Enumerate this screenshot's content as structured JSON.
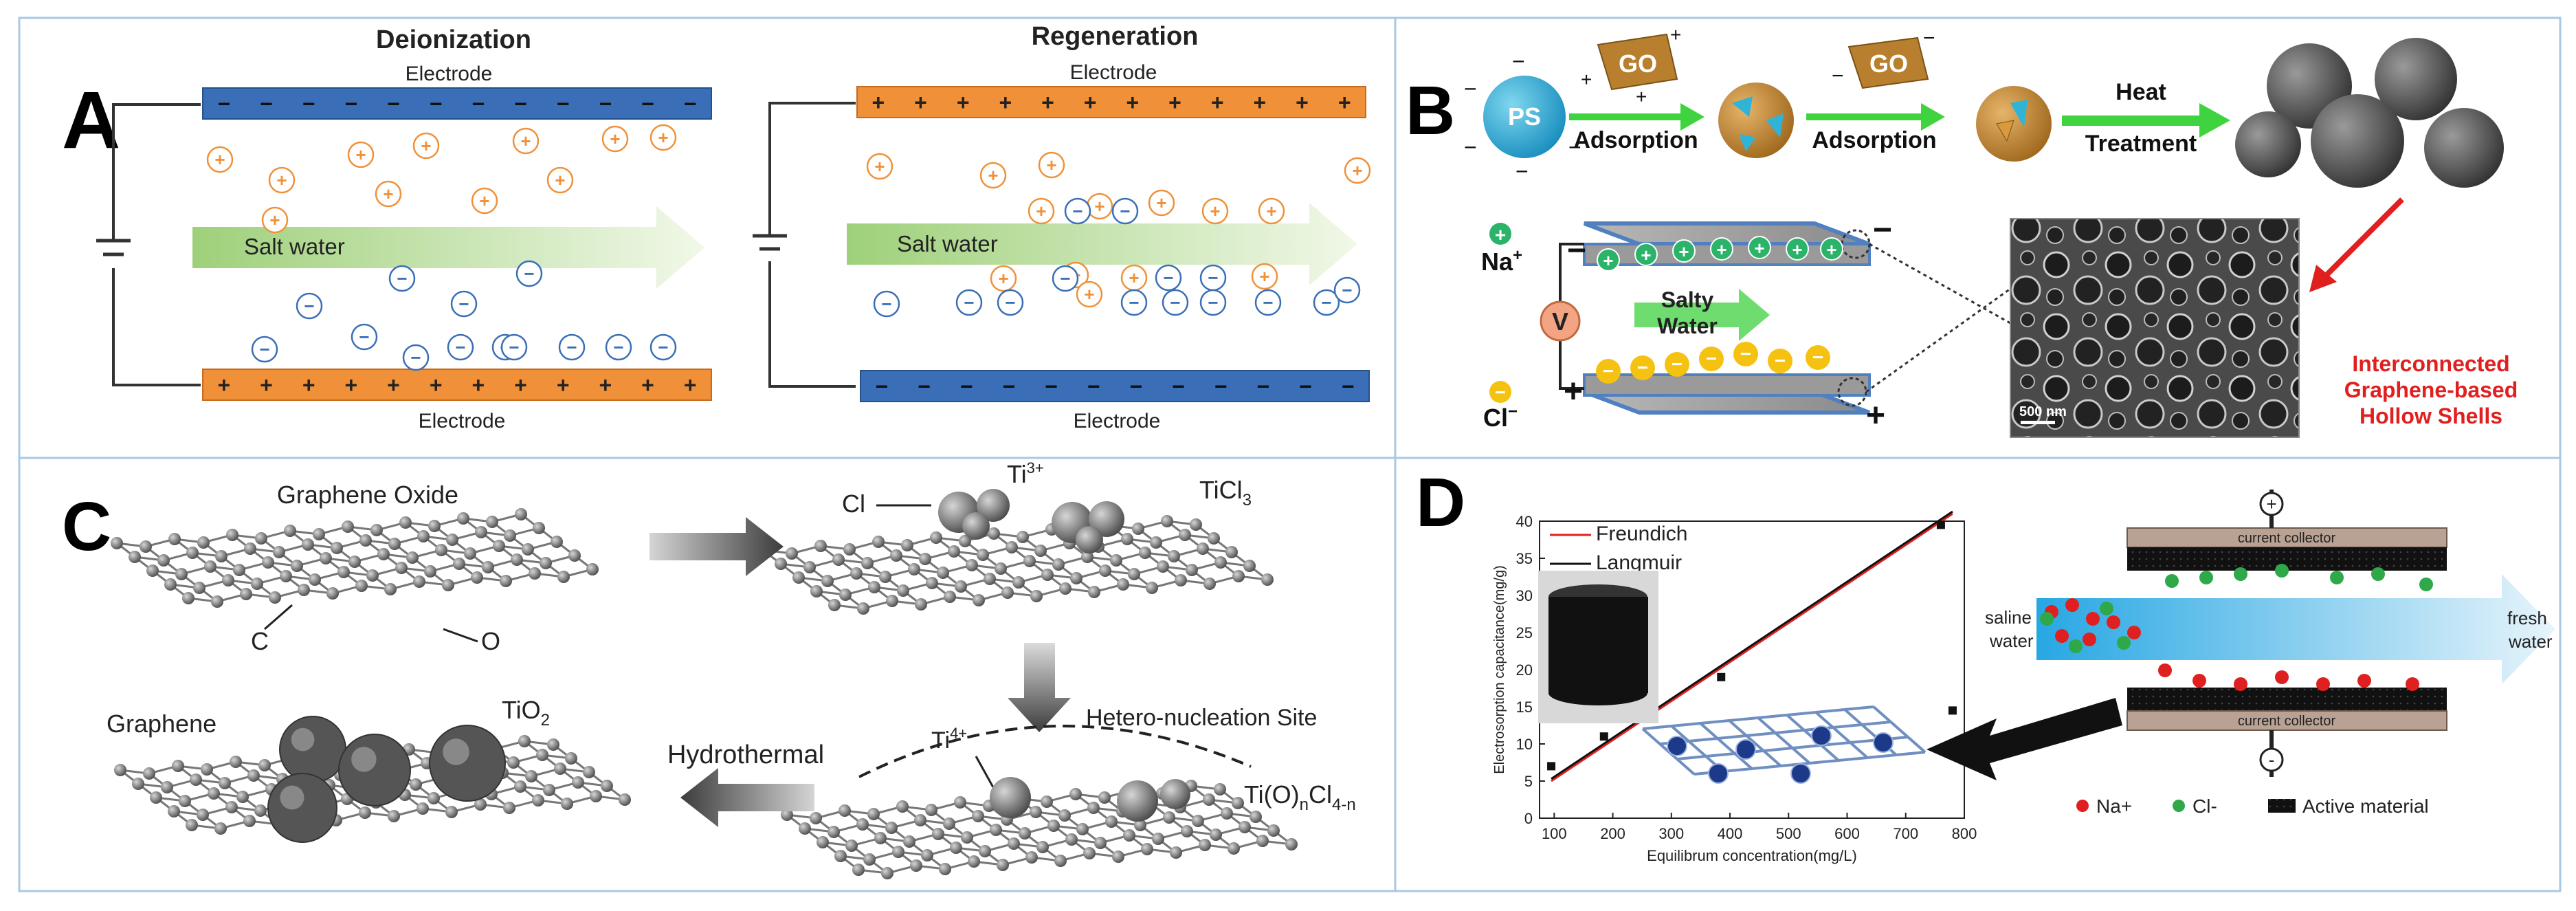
{
  "panels": {
    "A": {
      "letter": "A",
      "deionization": "Deionization",
      "regeneration": "Regeneration",
      "electrode": "Electrode",
      "salt_water": "Salt water",
      "plus": "+",
      "minus": "−"
    },
    "B": {
      "letter": "B",
      "ps": "PS",
      "go": "GO",
      "adsorption": "Adsorption",
      "heat": "Heat",
      "treatment": "Treatment",
      "na": "Na",
      "cl": "Cl",
      "v": "V",
      "salty": "Salty",
      "water": "Water",
      "scale_bar": "500 nm",
      "caption_lines": [
        "Interconnected",
        "Graphene-based",
        "Hollow Shells"
      ]
    },
    "C": {
      "letter": "C",
      "graphene_oxide": "Graphene Oxide",
      "cl": "Cl",
      "ti3": "Ti",
      "ti3_sup": "3+",
      "ticl3": "TiCl",
      "ticl3_sub": "3",
      "c": "C",
      "o": "O",
      "graphene": "Graphene",
      "tio2": "TiO",
      "tio2_sub": "2",
      "hydrothermal": "Hydrothermal",
      "ti4": "Ti",
      "ti4_sup": "4+",
      "hetero": "Hetero-nucleation Site",
      "tio_cl_a": "Ti(O)",
      "tio_cl_n": "n",
      "tio_cl_b": "Cl",
      "tio_cl_c": "4-n"
    },
    "D": {
      "letter": "D",
      "current_collector": "current collector",
      "saline": "saline",
      "saline_water": "water",
      "fresh": "fresh",
      "fresh_water": "water",
      "legend_na": "Na+",
      "legend_cl": "Cl-",
      "legend_active": "Active material",
      "plus": "+",
      "minus": "-"
    }
  },
  "colors": {
    "electrode_blue": "#3a6fb8",
    "electrode_orange": "#f0913a",
    "cation_orange": "#f0913a",
    "anion_blue": "#3a6fb8",
    "arrow_green": "#3fd43f",
    "na_green": "#2bb36a",
    "cl_yellow": "#f5c211",
    "caption_red": "#e01f1f",
    "fit_red": "#e02020"
  },
  "chart_data": {
    "type": "scatter",
    "x": [
      95,
      185,
      385,
      760,
      780
    ],
    "y": [
      7,
      11,
      19,
      39.5,
      14.5
    ],
    "series": [
      {
        "name": "Freundich",
        "type": "line",
        "x": [
          95,
          780
        ],
        "y": [
          5,
          41
        ]
      },
      {
        "name": "Langmuir",
        "type": "line",
        "x": [
          95,
          780
        ],
        "y": [
          5.3,
          41.3
        ]
      }
    ],
    "title": "",
    "xlabel": "Equilibrum concentration(mg/L)",
    "ylabel": "Electrosorption capacitance(mg/g)",
    "xlim": [
      75,
      800
    ],
    "ylim": [
      0,
      40
    ],
    "xticks": [
      100,
      200,
      300,
      400,
      500,
      600,
      700,
      800
    ],
    "yticks": [
      0,
      5,
      10,
      15,
      20,
      25,
      30,
      35,
      40
    ],
    "legend_position": "top-left",
    "grid": false
  }
}
